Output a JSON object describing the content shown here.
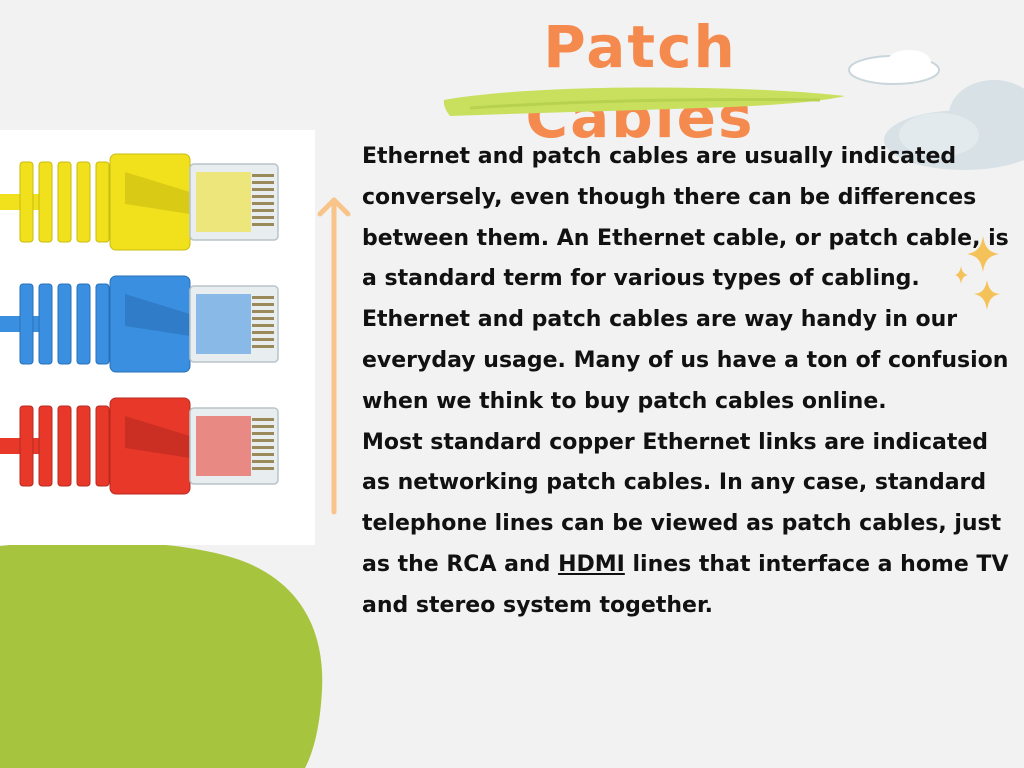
{
  "page": {
    "title": "Patch Cables",
    "colors": {
      "title": "#f58a4e",
      "accent_green": "#a7c43f",
      "brush_green": "#c9e05f",
      "arrow": "#f8c48a",
      "sparkle": "#f5c25a",
      "text": "#111111"
    }
  },
  "content": {
    "paragraphs": [
      {
        "text": "Ethernet and patch cables are usually indicated conversely, even though there can be differences between them. An Ethernet cable, or patch cable, is a standard term for various types of cabling."
      },
      {
        "text": "Ethernet and patch cables are way handy in our everyday usage. Many of us have a ton of confusion when we think to buy patch cables online."
      }
    ],
    "para3": {
      "before": "Most standard copper Ethernet links are indicated as networking patch cables. In any case, standard telephone lines can be viewed as patch cables, just as the RCA and",
      "link": "HDMI",
      "after": "lines that interface a home TV and stereo system together."
    }
  },
  "image": {
    "cables": [
      {
        "color": "#f0e11c",
        "shade": "#c9bb10"
      },
      {
        "color": "#3a8fe0",
        "shade": "#2a70b8"
      },
      {
        "color": "#e8382a",
        "shade": "#b82a20"
      }
    ]
  }
}
